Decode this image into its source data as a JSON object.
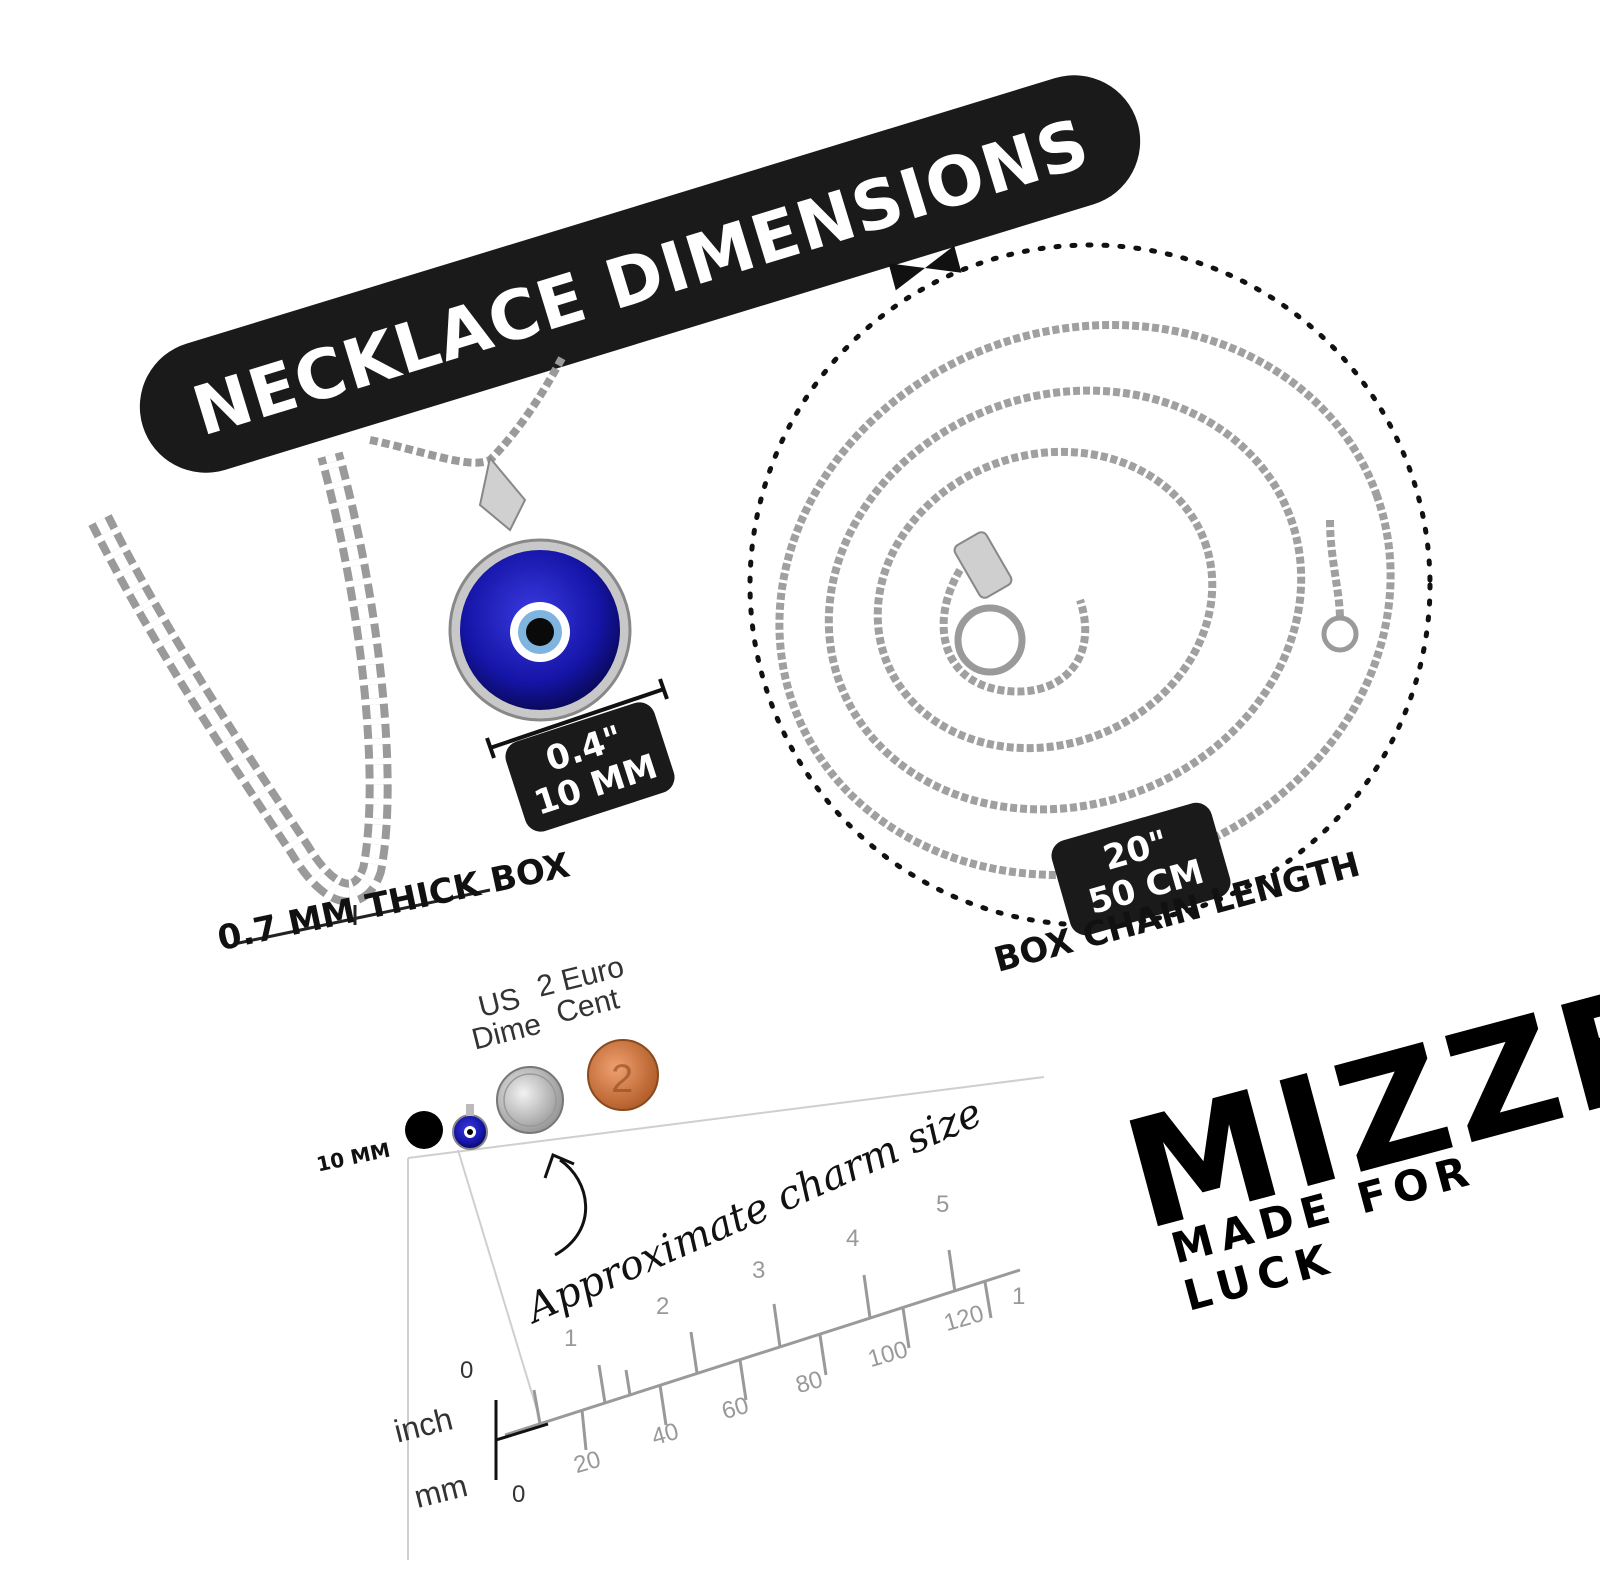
{
  "title": "NECKLACE DIMENSIONS",
  "charm_size": {
    "inch": "0.4\"",
    "mm": "10 MM"
  },
  "chain_thickness": "0.7 MM THICK BOX",
  "chain_length": {
    "inch": "20\"",
    "cm": "50 CM",
    "label": "BOX CHAIN LENGTH"
  },
  "brand": {
    "name": "MIZZE",
    "tagline": "MADE FOR LUCK"
  },
  "comparison": {
    "size_label": "10 MM",
    "us_dime": [
      "US",
      "Dime"
    ],
    "euro_cent": [
      "2 Euro",
      "Cent"
    ],
    "caption": "Approximate charm size"
  },
  "ruler": {
    "inch_label": "inch",
    "mm_label": "mm",
    "inch_ticks": [
      "0",
      "1",
      "2",
      "3",
      "4",
      "5"
    ],
    "mm_ticks": [
      "0",
      "20",
      "40",
      "60",
      "80",
      "100",
      "120",
      "1"
    ]
  },
  "colors": {
    "banner": "#1a1a1a",
    "charm_blue": "#1a1aa8",
    "silver": "#b8b8b8",
    "coin_copper": "#c9773f"
  }
}
